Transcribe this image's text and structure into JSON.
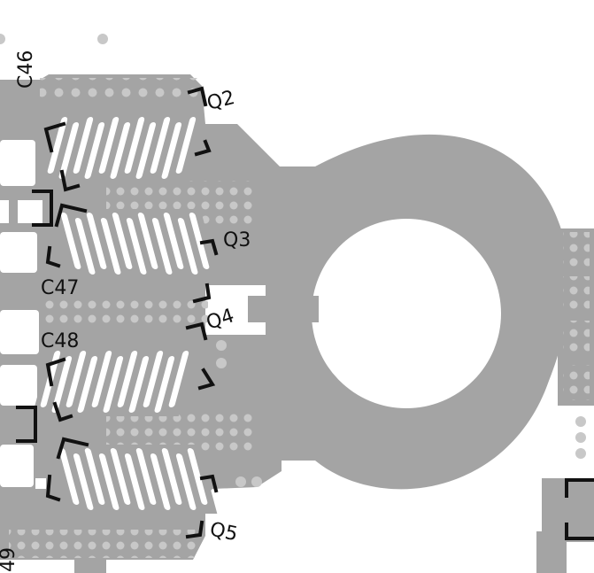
{
  "colors": {
    "background": "#ffffff",
    "copper": "#a4a4a4",
    "via": "#c8c8c8",
    "silkscreen": "#111111",
    "finger_gap": "#ffffff"
  },
  "labels": {
    "q2": "Q2",
    "q3": "Q3",
    "q4": "Q4",
    "q5": "Q5",
    "c46": "C46",
    "c47": "C47",
    "c48": "C48",
    "c49": "49"
  }
}
